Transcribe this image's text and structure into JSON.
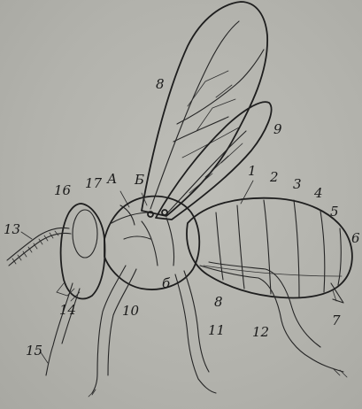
{
  "figure": {
    "subject": "wasp-anatomy",
    "labels": {
      "A": "А",
      "B": "Б",
      "B2": "б",
      "n1": "1",
      "n2": "2",
      "n3": "3",
      "n4": "4",
      "n5": "5",
      "n6": "6",
      "n7": "7",
      "n8": "8",
      "n8b": "8",
      "n9": "9",
      "n10": "10",
      "n11": "11",
      "n12": "12",
      "n13": "13",
      "n14": "14",
      "n15": "15",
      "n16": "16",
      "n17": "17"
    },
    "colors": {
      "paper": "#b4b4ae",
      "ink": "#1e1e1e"
    }
  }
}
